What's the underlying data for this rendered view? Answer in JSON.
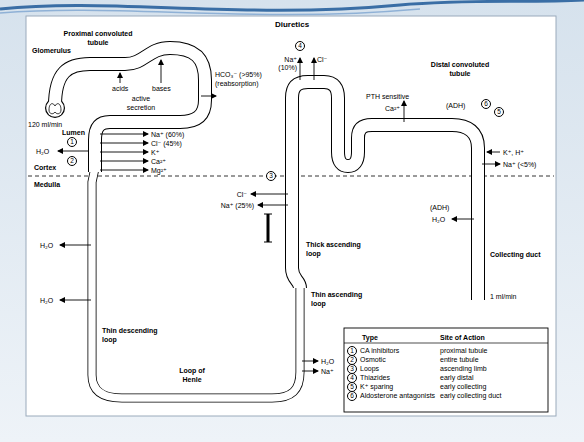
{
  "diagram": {
    "title": "Diuretics",
    "labels": [
      "Proximal convoluted tubule",
      "Glomerulus",
      "acids",
      "bases",
      "active secretion",
      "HCO₃⁻ (>95%) (reabsorption)",
      "120 ml/min",
      "Lumen",
      "1",
      "H₂O",
      "2",
      "Na⁺ (60%)",
      "Cl⁻ (45%)",
      "K⁺",
      "Ca²⁺",
      "Mg²⁺",
      "Cortex",
      "Medulla",
      "3",
      "Cl⁻",
      "Na⁺ (25%)",
      "4",
      "Na⁺",
      "(10%)",
      "Cl⁻",
      "Distal convoluted tubule",
      "PTH sensitive",
      "Ca²⁺",
      "(ADH)",
      "6",
      "5",
      "K⁺, H⁺",
      "Na⁺ (<5%)",
      "(ADH)",
      "H₂O",
      "Thick ascending loop",
      "Collecting duct",
      "H₂O",
      "H₂O",
      "Thin ascending loop",
      "1 ml/min",
      "Thin descending loop",
      "Loop of Henle",
      "H₂O",
      "Na⁺",
      "Type",
      "Site of Action",
      "1",
      "CA inhibitors",
      "proximal tubule",
      "2",
      "Osmotic",
      "entire tubule",
      "3",
      "Loops",
      "ascending limb",
      "4",
      "Thiazides",
      "early distal",
      "5",
      "K⁺ sparing",
      "early collecting",
      "6",
      "Aldosterone antagonists",
      "early collecting duct"
    ]
  }
}
